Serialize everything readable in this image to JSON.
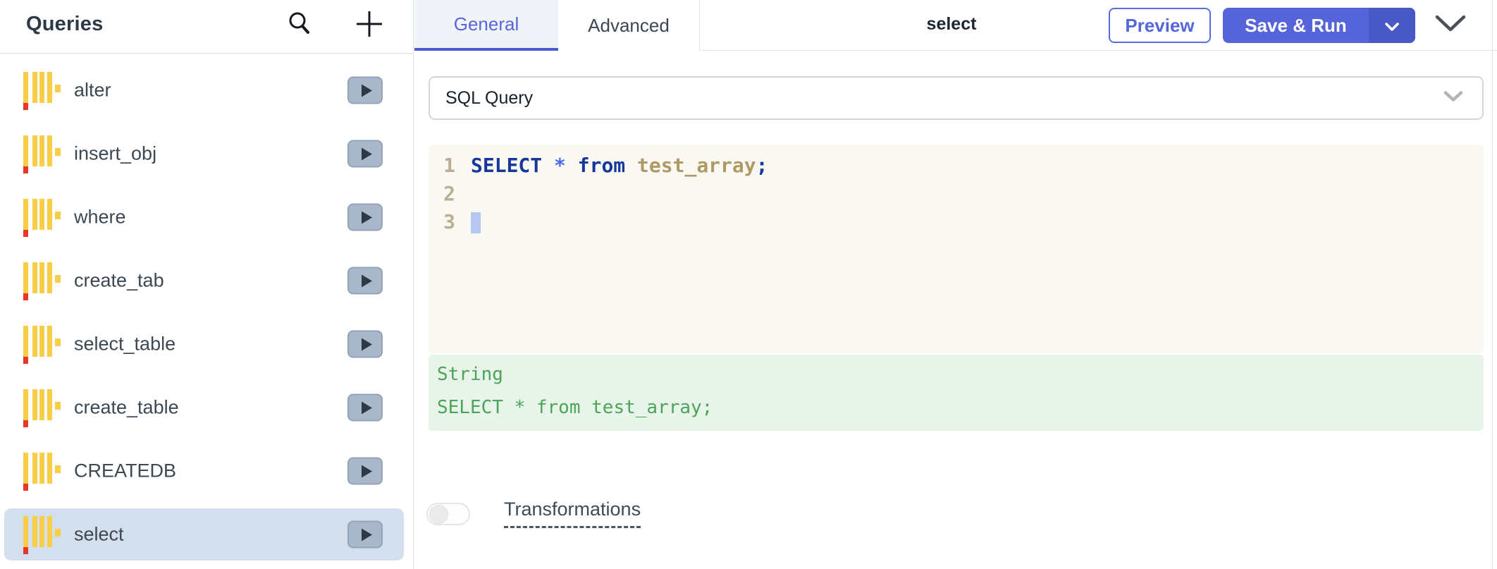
{
  "colors": {
    "accent_blue": "#5564d8",
    "accent_blue_dark": "#4858c6",
    "tab_active_bg": "#f1f3fa",
    "tab_active_text": "#5966db",
    "selected_row_bg": "#d4dfee",
    "editor_bg": "#faf8f2",
    "editor_keyword": "#16389b",
    "editor_operator": "#4a6fe0",
    "editor_identifier": "#ae9a62",
    "editor_line_number": "#b9af93",
    "result_bg": "#e8f3ea",
    "result_text": "#4aa559",
    "db_icon_yellow": "#f8ce46",
    "db_icon_red": "#e6392c",
    "play_button_bg": "#a9b7ca"
  },
  "sidebar": {
    "title": "Queries",
    "icons": [
      "search-icon",
      "plus-icon"
    ],
    "items": [
      {
        "label": "alter",
        "selected": false
      },
      {
        "label": "insert_obj",
        "selected": false
      },
      {
        "label": "where",
        "selected": false
      },
      {
        "label": "create_tab",
        "selected": false
      },
      {
        "label": "select_table",
        "selected": false
      },
      {
        "label": "create_table",
        "selected": false
      },
      {
        "label": "CREATEDB",
        "selected": false
      },
      {
        "label": "select",
        "selected": true
      }
    ]
  },
  "header": {
    "tabs": [
      {
        "label": "General",
        "active": true
      },
      {
        "label": "Advanced",
        "active": false
      }
    ],
    "title": "select",
    "preview_label": "Preview",
    "save_run_label": "Save & Run"
  },
  "query_panel": {
    "selector_value": "SQL Query",
    "editor": {
      "lines": [
        {
          "number": "1",
          "cursor": false,
          "tokens": [
            {
              "text": "SELECT ",
              "type": "keyword"
            },
            {
              "text": "* ",
              "type": "operator"
            },
            {
              "text": "from ",
              "type": "keyword"
            },
            {
              "text": "test_array",
              "type": "identifier"
            },
            {
              "text": ";",
              "type": "keyword"
            }
          ]
        },
        {
          "number": "2",
          "cursor": false,
          "tokens": []
        },
        {
          "number": "3",
          "cursor": true,
          "tokens": []
        }
      ]
    },
    "result_preview": {
      "type_label": "String",
      "value": "SELECT * from test_array;"
    },
    "transformations_label": "Transformations",
    "toggle_state": "off"
  }
}
